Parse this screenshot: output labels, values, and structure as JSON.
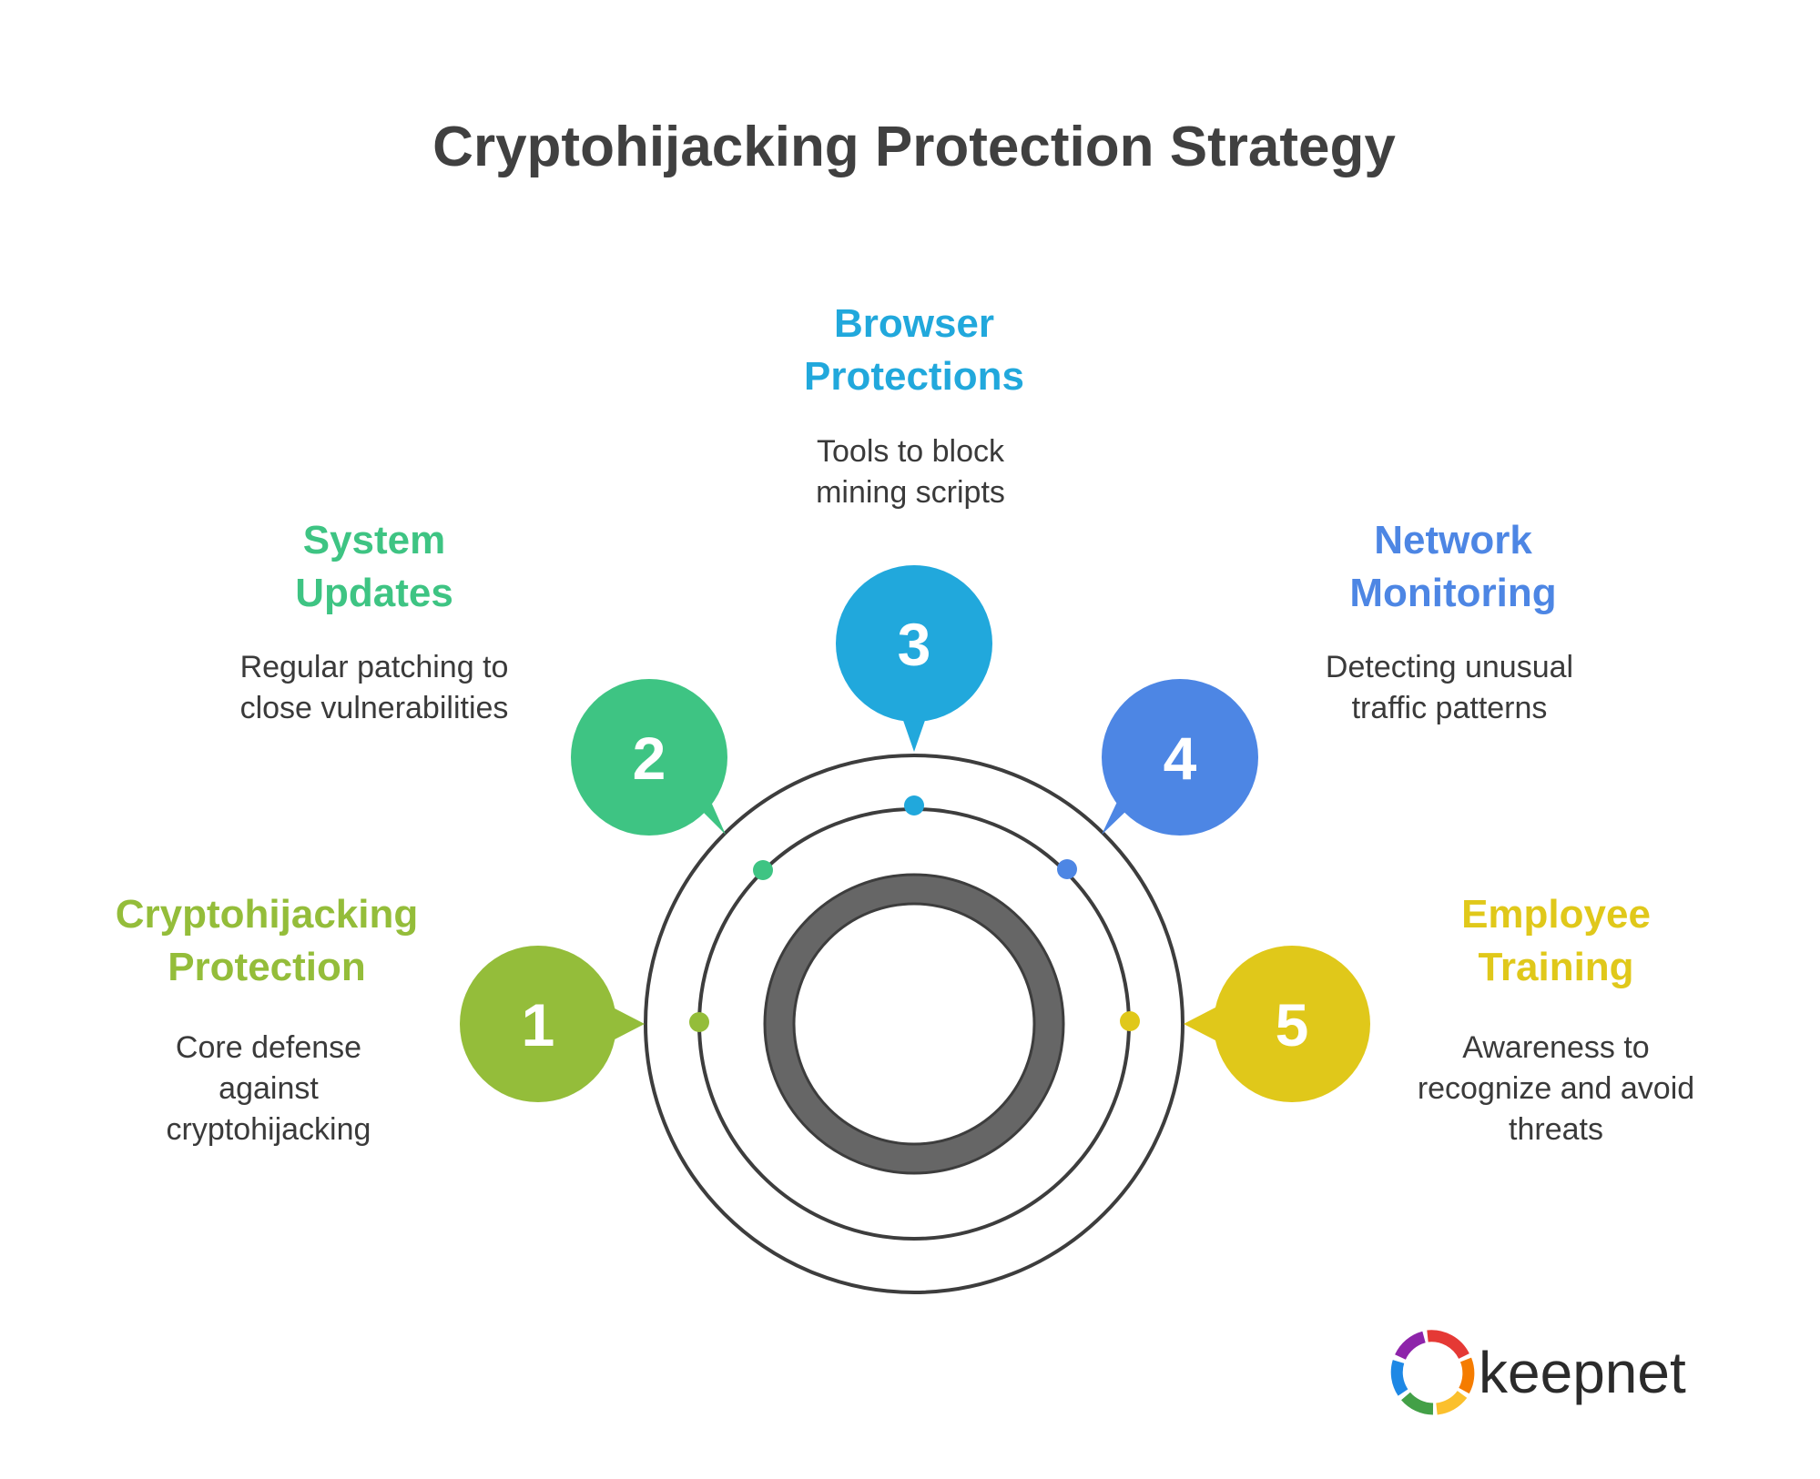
{
  "title": "Cryptohijacking Protection Strategy",
  "colors": {
    "title": "#404040",
    "ring": "#3d3d3d",
    "core": "#666666",
    "text": "#3a3a3a"
  },
  "steps": [
    {
      "number": "1",
      "title_line1": "Cryptohijacking",
      "title_line2": "Protection",
      "desc_line1": "Core defense",
      "desc_line2": "against",
      "desc_line3": "cryptohijacking",
      "color": "#94bd3a"
    },
    {
      "number": "2",
      "title_line1": "System",
      "title_line2": "Updates",
      "desc_line1": "Regular patching to",
      "desc_line2": "close vulnerabilities",
      "color": "#3ec483"
    },
    {
      "number": "3",
      "title_line1": "Browser",
      "title_line2": "Protections",
      "desc_line1": "Tools to block",
      "desc_line2": "mining scripts",
      "color": "#21a8dc"
    },
    {
      "number": "4",
      "title_line1": "Network",
      "title_line2": "Monitoring",
      "desc_line1": "Detecting unusual",
      "desc_line2": "traffic patterns",
      "color": "#4d86e4"
    },
    {
      "number": "5",
      "title_line1": "Employee",
      "title_line2": "Training",
      "desc_line1": "Awareness to",
      "desc_line2": "recognize and avoid",
      "desc_line3": "threats",
      "color": "#e0c81a"
    }
  ],
  "logo": {
    "text": "keepnet",
    "icon": "keepnet-logo-icon"
  }
}
